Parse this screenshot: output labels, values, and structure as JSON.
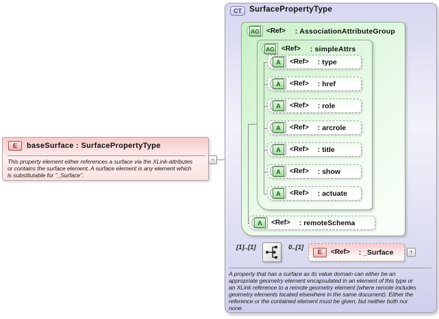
{
  "base_element": {
    "badge": "E",
    "label": "baseSurface : SurfacePropertyType",
    "doc_lines": [
      "This property element either references a surface via the XLink-attributes",
      "or contains the surface element. A surface element is any element which",
      "is substitutable for \"_Surface\"."
    ]
  },
  "connector": {
    "collapse_glyph": "−"
  },
  "complex_type": {
    "badge": "CT",
    "title": "SurfacePropertyType",
    "doc_lines": [
      "A property that has a surface as its value domain can either be an",
      "appropriate geometry element encapsulated in an element of this type or",
      "an XLink reference to a remote geometry element (where remote includes",
      "geometry elements located elsewhere in the same document). Either the",
      "reference or the contained element must be given, but neither both nor",
      "none."
    ]
  },
  "association_group": {
    "badge": "AG",
    "ref": "<Ref>",
    "label": ": AssociationAttributeGroup"
  },
  "simple_attrs_group": {
    "badge": "AG",
    "ref": "<Ref>",
    "label": ": simpleAttrs",
    "attributes": [
      {
        "badge": "A",
        "ref": "<Ref>",
        "label": ": type"
      },
      {
        "badge": "A",
        "ref": "<Ref>",
        "label": ": href"
      },
      {
        "badge": "A",
        "ref": "<Ref>",
        "label": ": role"
      },
      {
        "badge": "A",
        "ref": "<Ref>",
        "label": ": arcrole"
      },
      {
        "badge": "A",
        "ref": "<Ref>",
        "label": ": title"
      },
      {
        "badge": "A",
        "ref": "<Ref>",
        "label": ": show"
      },
      {
        "badge": "A",
        "ref": "<Ref>",
        "label": ": actuate"
      }
    ]
  },
  "remote_schema_attribute": {
    "badge": "A",
    "ref": "<Ref>",
    "label": ": remoteSchema"
  },
  "content_model": {
    "cardinality_parent": "[1]..[1]",
    "cardinality_child": "0..[1]",
    "element": {
      "badge": "E",
      "ref": "<Ref>",
      "label": ": _Surface",
      "expand_glyph": "+"
    }
  },
  "colors": {
    "element_pink": "#f7caca",
    "group_green": "#c8f0c6",
    "complex_type_lavender": "#d6d6ef",
    "line_gray": "#8f8f8f"
  }
}
